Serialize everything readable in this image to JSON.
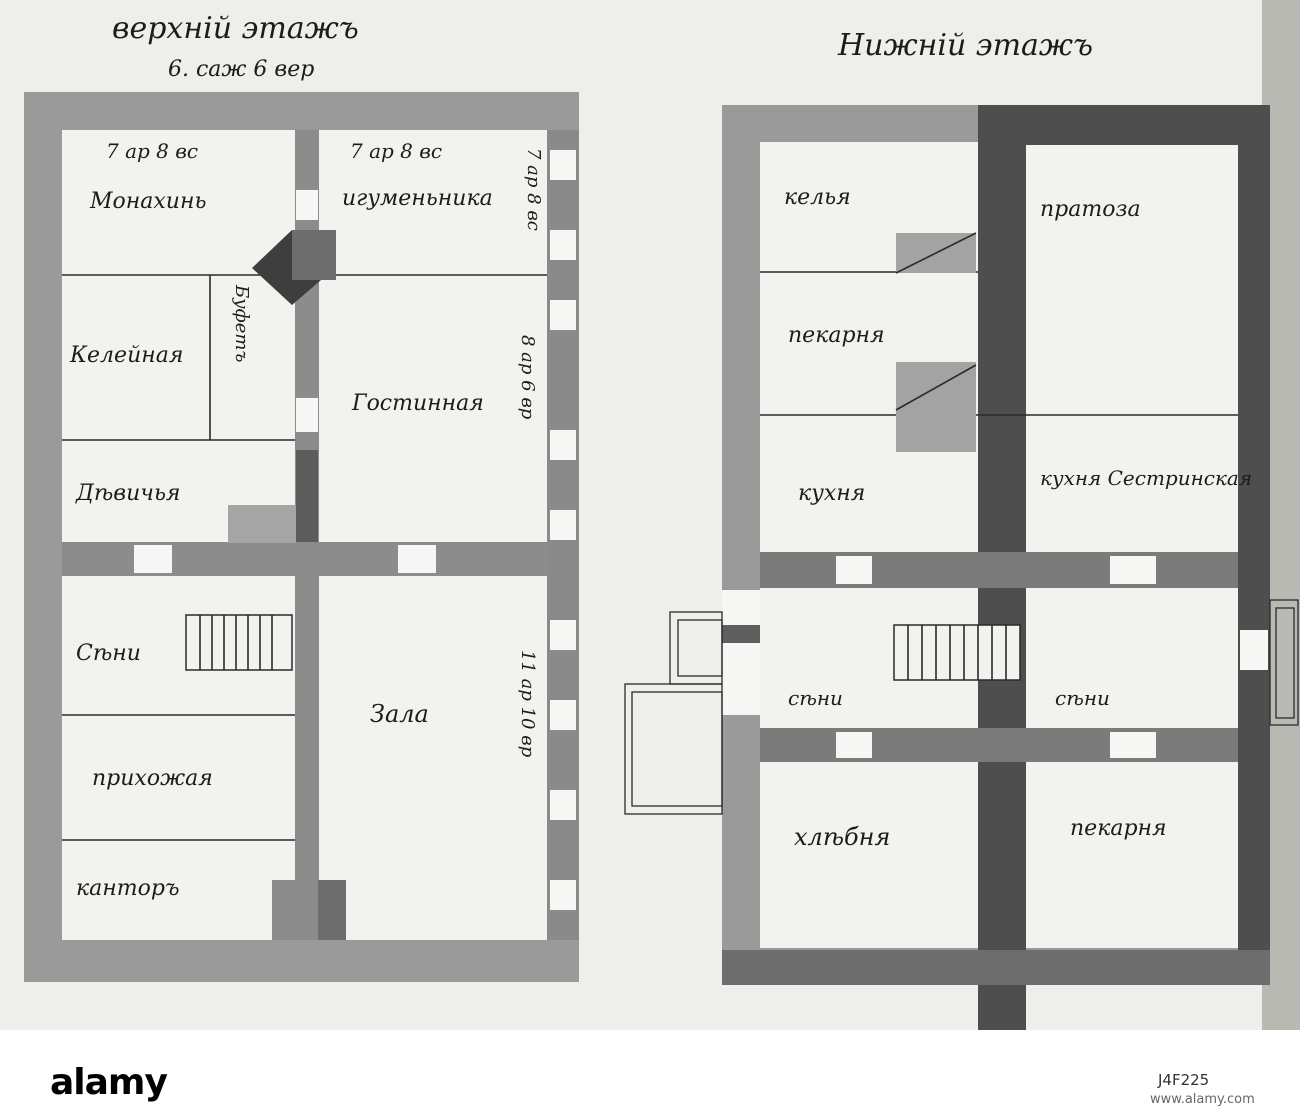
{
  "upper_floor": {
    "title": "верхнiй этажъ",
    "dims": "6. саж 6 вер",
    "rooms": {
      "r1": "Монахинь",
      "r2": "игуменьника",
      "r3": "Келейная",
      "r4": "Гостинная",
      "r5": "Дѣвичья",
      "r6": "Сѣни",
      "r7": "Зала",
      "r8": "прихожая",
      "r9": "канторъ"
    },
    "annotations": {
      "dim_top_left": "7 ар 8 вс",
      "dim_top_right": "7 ар 8 вс",
      "dim_side_upper": "7 ар 8 вс",
      "dim_side_mid": "8 ар 6 вр",
      "dim_side_lower": "11 ар 10 вр",
      "corridor": "Буфетъ"
    }
  },
  "lower_floor": {
    "title": "Нижнiй этажъ",
    "rooms": {
      "r1": "келья",
      "r2": "пратоза",
      "r3": "пекарня",
      "r4": "кухня",
      "r5": "кухня Сестринская",
      "r6": "сѣни",
      "r7": "сѣни",
      "r8": "хлѣбня",
      "r9": "пекарня"
    }
  },
  "watermark": {
    "logo": "alamy",
    "image_id": "J4F225",
    "url": "www.alamy.com"
  }
}
